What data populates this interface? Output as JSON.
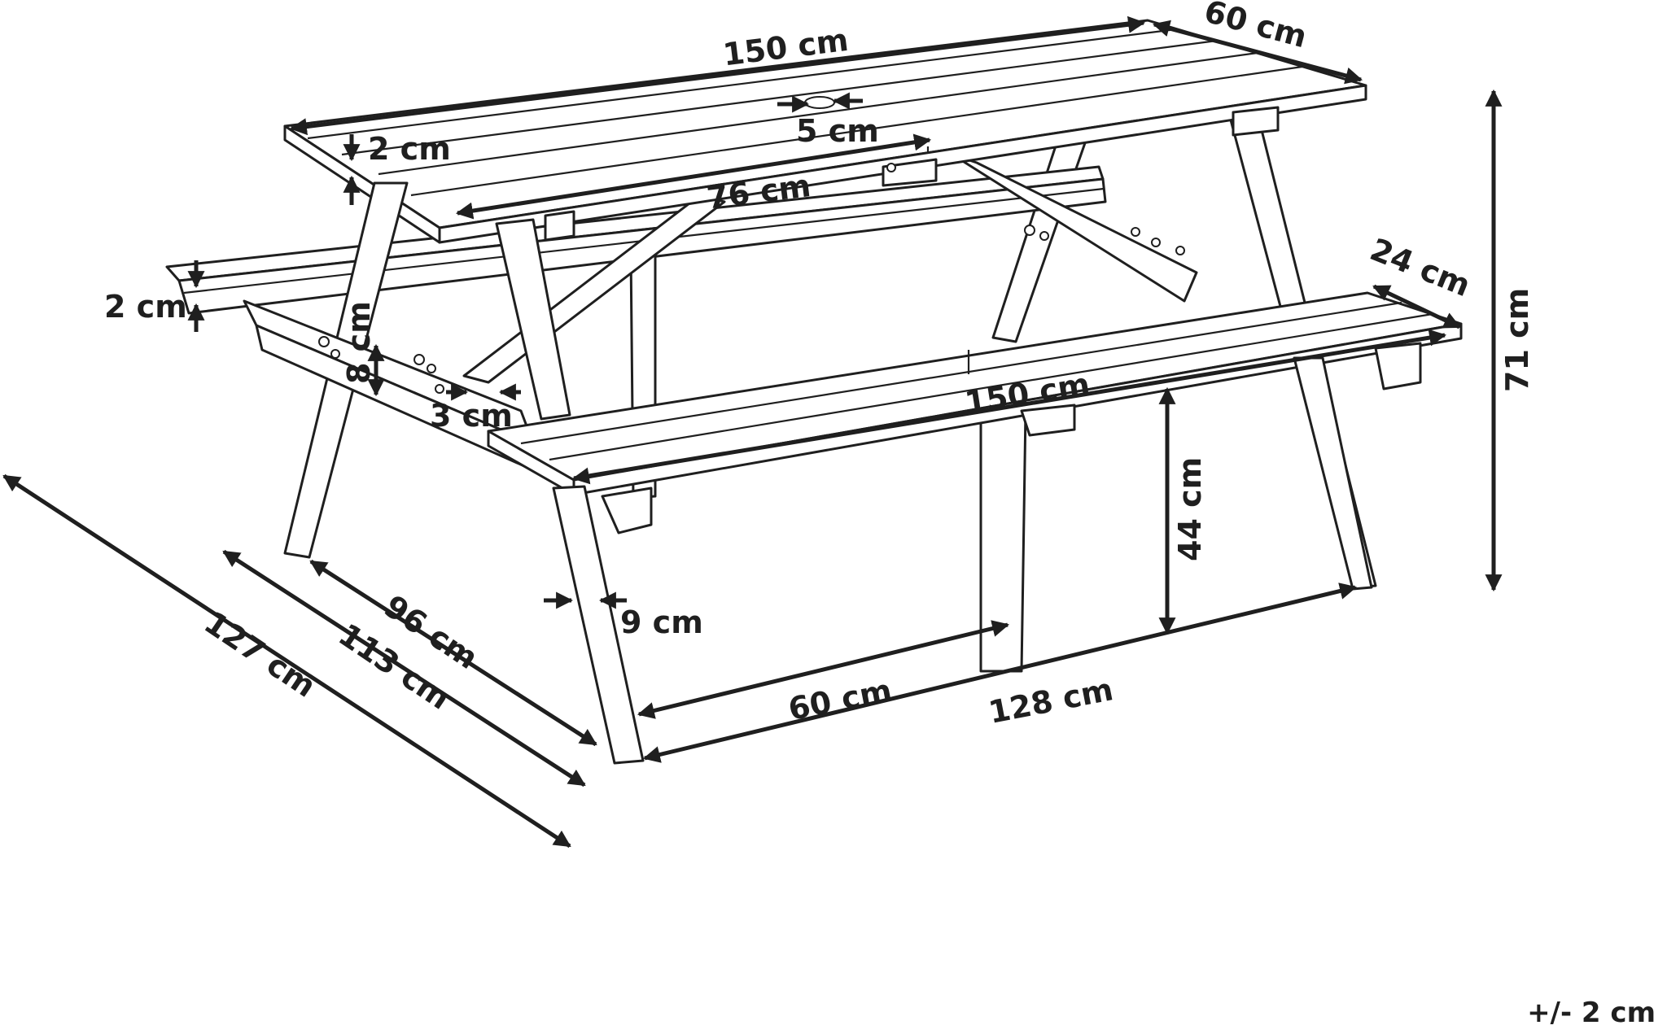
{
  "dimensions": {
    "table_length": "150 cm",
    "table_depth": "60 cm",
    "umbrella_hole": "5 cm",
    "top_thickness": "2 cm",
    "half_length": "76 cm",
    "bench_thickness": "2 cm",
    "frame_height": "8 cm",
    "frame_thickness": "3 cm",
    "bench_width": "24 cm",
    "bench_length": "150 cm",
    "total_height": "71 cm",
    "seat_height": "44 cm",
    "leg_width": "9 cm",
    "inner_leg_span": "60 cm",
    "outer_leg_span": "128 cm",
    "depth_96": "96 cm",
    "depth_113": "113 cm",
    "depth_127": "127 cm"
  },
  "tolerance": "+/- 2 cm"
}
